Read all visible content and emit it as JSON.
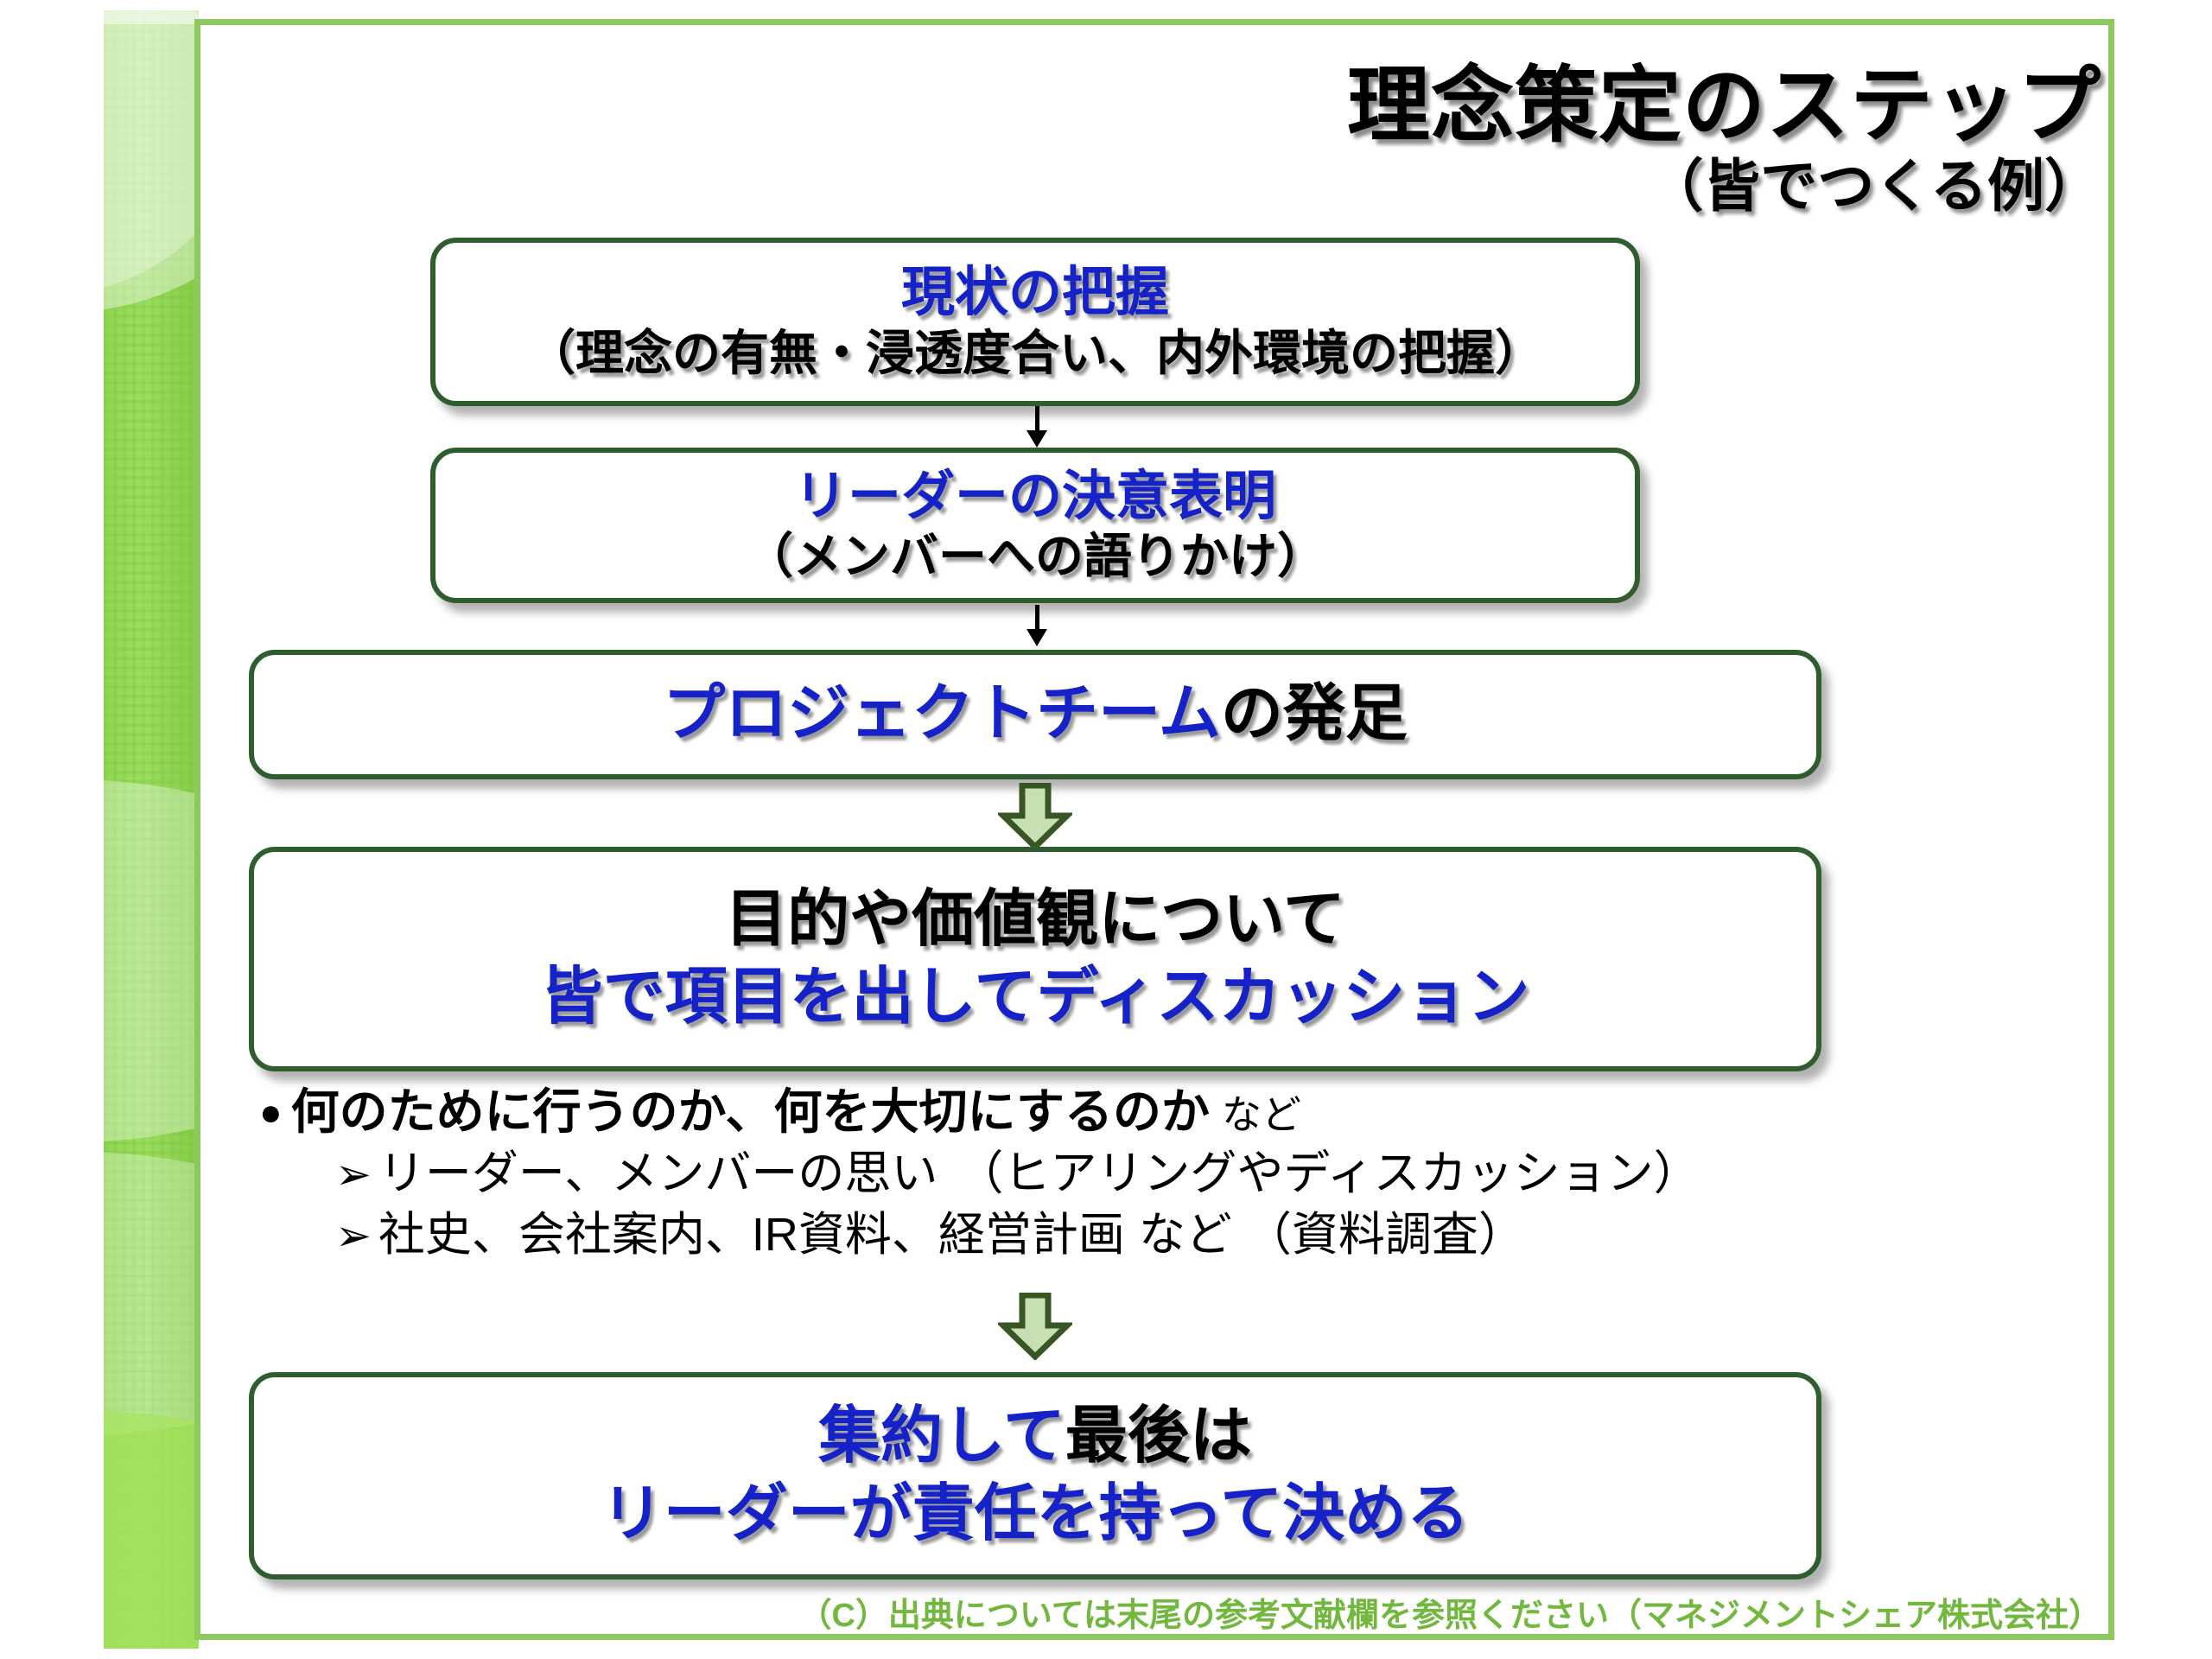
{
  "slide": {
    "title": "理念策定のステップ",
    "subtitle": "（皆でつくる例）",
    "footer": "（C）出典については末尾の参考文献欄を参照ください（マネジメントシェア株式会社）"
  },
  "colors": {
    "accent_blue": "#1522C8",
    "box_border_green": "#2F5D2F",
    "frame_green": "#8DC95C",
    "band_green": "#8FD64F",
    "arrow_fill": "#C6E0B4",
    "arrow_stroke": "#375623",
    "footer_green": "#72B83F",
    "text_black": "#000000"
  },
  "steps": [
    {
      "id": "step-1",
      "line1": "現状の把握",
      "line1_color": "blue",
      "line2": "（理念の有無・浸透度合い、内外環境の把握）",
      "line2_color": "black"
    },
    {
      "id": "step-2",
      "line1": "リーダーの決意表明",
      "line1_color": "blue",
      "line2": "（メンバーへの語りかけ）",
      "line2_color": "black"
    },
    {
      "id": "step-3",
      "line1_blue": "プロジェクトチーム",
      "line1_black": "の発足"
    },
    {
      "id": "step-4",
      "line1": "目的や価値観について",
      "line1_color": "black",
      "line2": "皆で項目を出してディスカッション",
      "line2_color": "blue"
    },
    {
      "id": "step-5",
      "line1_blue": "集約して",
      "line1_black": "最後は",
      "line2_blue": "リーダーが責任を持って決める"
    }
  ],
  "bullets": {
    "item1": {
      "marker": "●",
      "main": "何のために行うのか、何を大切にするのか",
      "suffix": "など"
    },
    "item2": {
      "marker": "➢",
      "main": "リーダー、メンバーの思い",
      "suffix": "（ヒアリングやディスカッション）"
    },
    "item3": {
      "marker": "➢",
      "main": "社史、会社案内、IR資料、経営計画",
      "suffix": "など （資料調査）"
    }
  },
  "connectors": [
    {
      "id": "connector-1",
      "type": "thin-down-arrow"
    },
    {
      "id": "connector-2",
      "type": "thin-down-arrow"
    },
    {
      "id": "connector-3",
      "type": "block-down-arrow"
    },
    {
      "id": "connector-4",
      "type": "block-down-arrow"
    }
  ]
}
